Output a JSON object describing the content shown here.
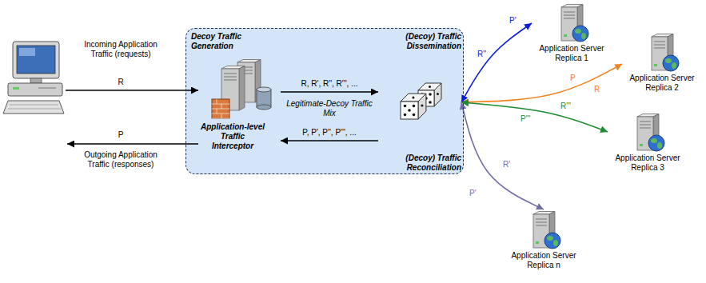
{
  "diagram": {
    "nodes": [
      {
        "text": [
          "Decoy Traffic Generation"
        ]
      },
      {
        "text": [
          "Application-level Traffic Interceptor"
        ],
        "in": 0
      },
      {
        "text": [
          "(Decoy) Traffic Dissemination",
          "(Decoy) Traffic Reconciliation"
        ],
        "in": 0
      },
      {
        "text": [
          "Application Server Replica 1"
        ]
      },
      {
        "text": [
          "Application Server Replica 2"
        ]
      },
      {
        "text": [
          "Application Server Replica 3"
        ]
      },
      {
        "text": [
          "Application Server Replica n"
        ]
      }
    ],
    "edges": [
      {
        "from": 1,
        "to": 2,
        "label": "R, R', R'', R''', ...",
        "arrow": "to"
      },
      {
        "from": 2,
        "to": 1,
        "label": "P, P', P'', P''', ...",
        "arrow": "to"
      },
      {
        "from": 2,
        "to": 3,
        "label": "R''",
        "arrow": "both"
      },
      {
        "from": 2,
        "to": 4,
        "label": "R",
        "arrow": "both"
      },
      {
        "from": 2,
        "to": 5,
        "label": "R'''",
        "arrow": "both"
      },
      {
        "from": 2,
        "to": 6,
        "label": "R'",
        "arrow": "both"
      }
    ],
    "labels": [
      "Incoming Application Traffic (requests)",
      "R",
      "Outgoing Application Traffic (responses)",
      "P",
      "Legitimate-Decoy Traffic Mix",
      "P'",
      "P",
      "P'''",
      "P'"
    ]
  }
}
